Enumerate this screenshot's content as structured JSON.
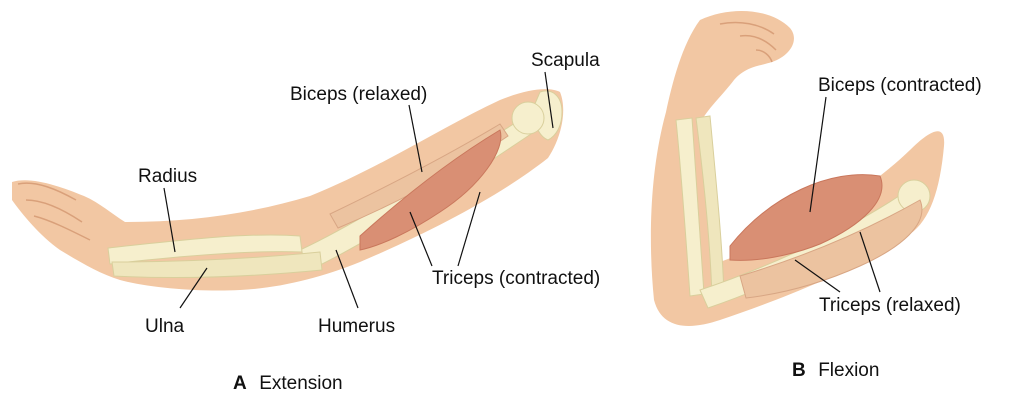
{
  "panel_a": {
    "caption_letter": "A",
    "caption_text": "Extension",
    "labels": {
      "scapula": "Scapula",
      "biceps": "Biceps (relaxed)",
      "radius": "Radius",
      "triceps": "Triceps (contracted)",
      "ulna": "Ulna",
      "humerus": "Humerus"
    }
  },
  "panel_b": {
    "caption_letter": "B",
    "caption_text": "Flexion",
    "labels": {
      "biceps": "Biceps (contracted)",
      "triceps": "Triceps (relaxed)"
    }
  },
  "colors": {
    "skin": "#f2c7a3",
    "skin_shade": "#e9b48d",
    "bone": "#f6efcd",
    "bone_outline": "#d9cf9c",
    "muscle": "#d98f74",
    "muscle_dark": "#c9775c"
  }
}
